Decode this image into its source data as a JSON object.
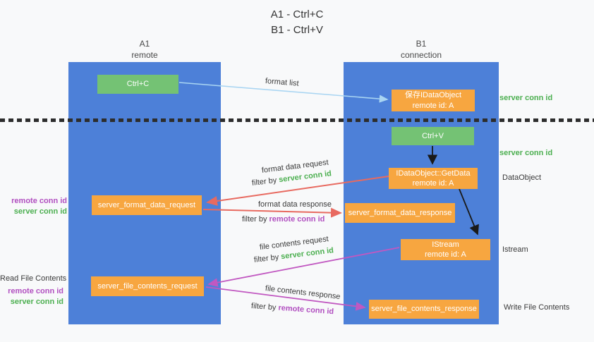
{
  "title": {
    "line1": "A1 - Ctrl+C",
    "line2": "B1 - Ctrl+V"
  },
  "lifelines": {
    "left": {
      "name": "A1",
      "role": "remote"
    },
    "right": {
      "name": "B1",
      "role": "connection"
    }
  },
  "nodes": {
    "ctrl_c": {
      "label": "Ctrl+C"
    },
    "save_idataobject": {
      "line1": "保存IDataObject",
      "line2": "remote id: A"
    },
    "ctrl_v": {
      "label": "Ctrl+V"
    },
    "getdata": {
      "line1": "IDataObject::GetData",
      "line2": "remote id: A"
    },
    "format_request": {
      "label": "server_format_data_request"
    },
    "format_response": {
      "label": "server_format_data_response"
    },
    "istream": {
      "line1": "IStream",
      "line2": "remote id: A"
    },
    "file_request": {
      "label": "server_file_contents_request"
    },
    "file_response": {
      "label": "server_file_contents_response"
    }
  },
  "annotations": {
    "server_conn_id_top": "server conn id",
    "server_conn_id_mid": "server conn id",
    "dataobject": "DataObject",
    "istream": "Istream",
    "write_file_contents": "Write File Contents",
    "read_file_contents": "Read File Contents",
    "format_group": {
      "remote_conn_id": "remote conn id",
      "server_conn_id": "server conn id"
    },
    "file_group": {
      "remote_conn_id": "remote conn id",
      "server_conn_id": "server conn id"
    }
  },
  "arrows": {
    "format_list": {
      "label": "format list"
    },
    "format_data_request": {
      "label": "format data request",
      "filter_prefix": "filter by ",
      "filter_key": "server conn id"
    },
    "format_data_response": {
      "label": "format data response",
      "filter_prefix": "filter by ",
      "filter_key": "remote conn id"
    },
    "file_contents_request": {
      "label": "file contents request",
      "filter_prefix": "filter by ",
      "filter_key": "server conn id"
    },
    "file_contents_response": {
      "label": "file contents response",
      "filter_prefix": "filter by ",
      "filter_key": "remote conn id"
    }
  },
  "colors": {
    "lifeline_blue": "#4d80d8",
    "node_orange": "#f7a640",
    "node_green": "#74c274",
    "green_text": "#4caf50",
    "purple_text": "#b14fc0",
    "red_arrow": "#e86a60",
    "magenta_arrow": "#c158c1",
    "light_blue_arrow": "#a9d5f2",
    "black_arrow": "#1a1a1a"
  }
}
